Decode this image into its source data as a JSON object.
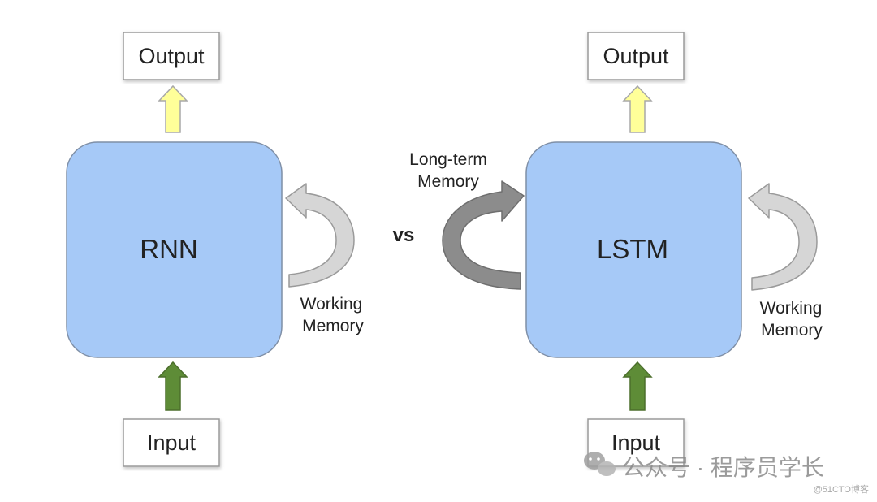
{
  "rnn": {
    "output_label": "Output",
    "core_label": "RNN",
    "input_label": "Input",
    "loop_label_line1": "Working",
    "loop_label_line2": "Memory"
  },
  "vs_label": "vs",
  "lstm": {
    "output_label": "Output",
    "core_label": "LSTM",
    "input_label": "Input",
    "loop_label_line1": "Working",
    "loop_label_line2": "Memory",
    "longterm_label_line1": "Long-term",
    "longterm_label_line2": "Memory"
  },
  "watermark": {
    "text": "公众号 · 程序员学长",
    "source": "@51CTO博客"
  },
  "colors": {
    "core_fill": "#a6c9f7",
    "core_stroke": "#7f8fa6",
    "output_arrow": "#ffff99",
    "input_arrow": "#5e8c37",
    "working_loop": "#d6d6d6",
    "longterm_loop": "#8c8c8c"
  }
}
